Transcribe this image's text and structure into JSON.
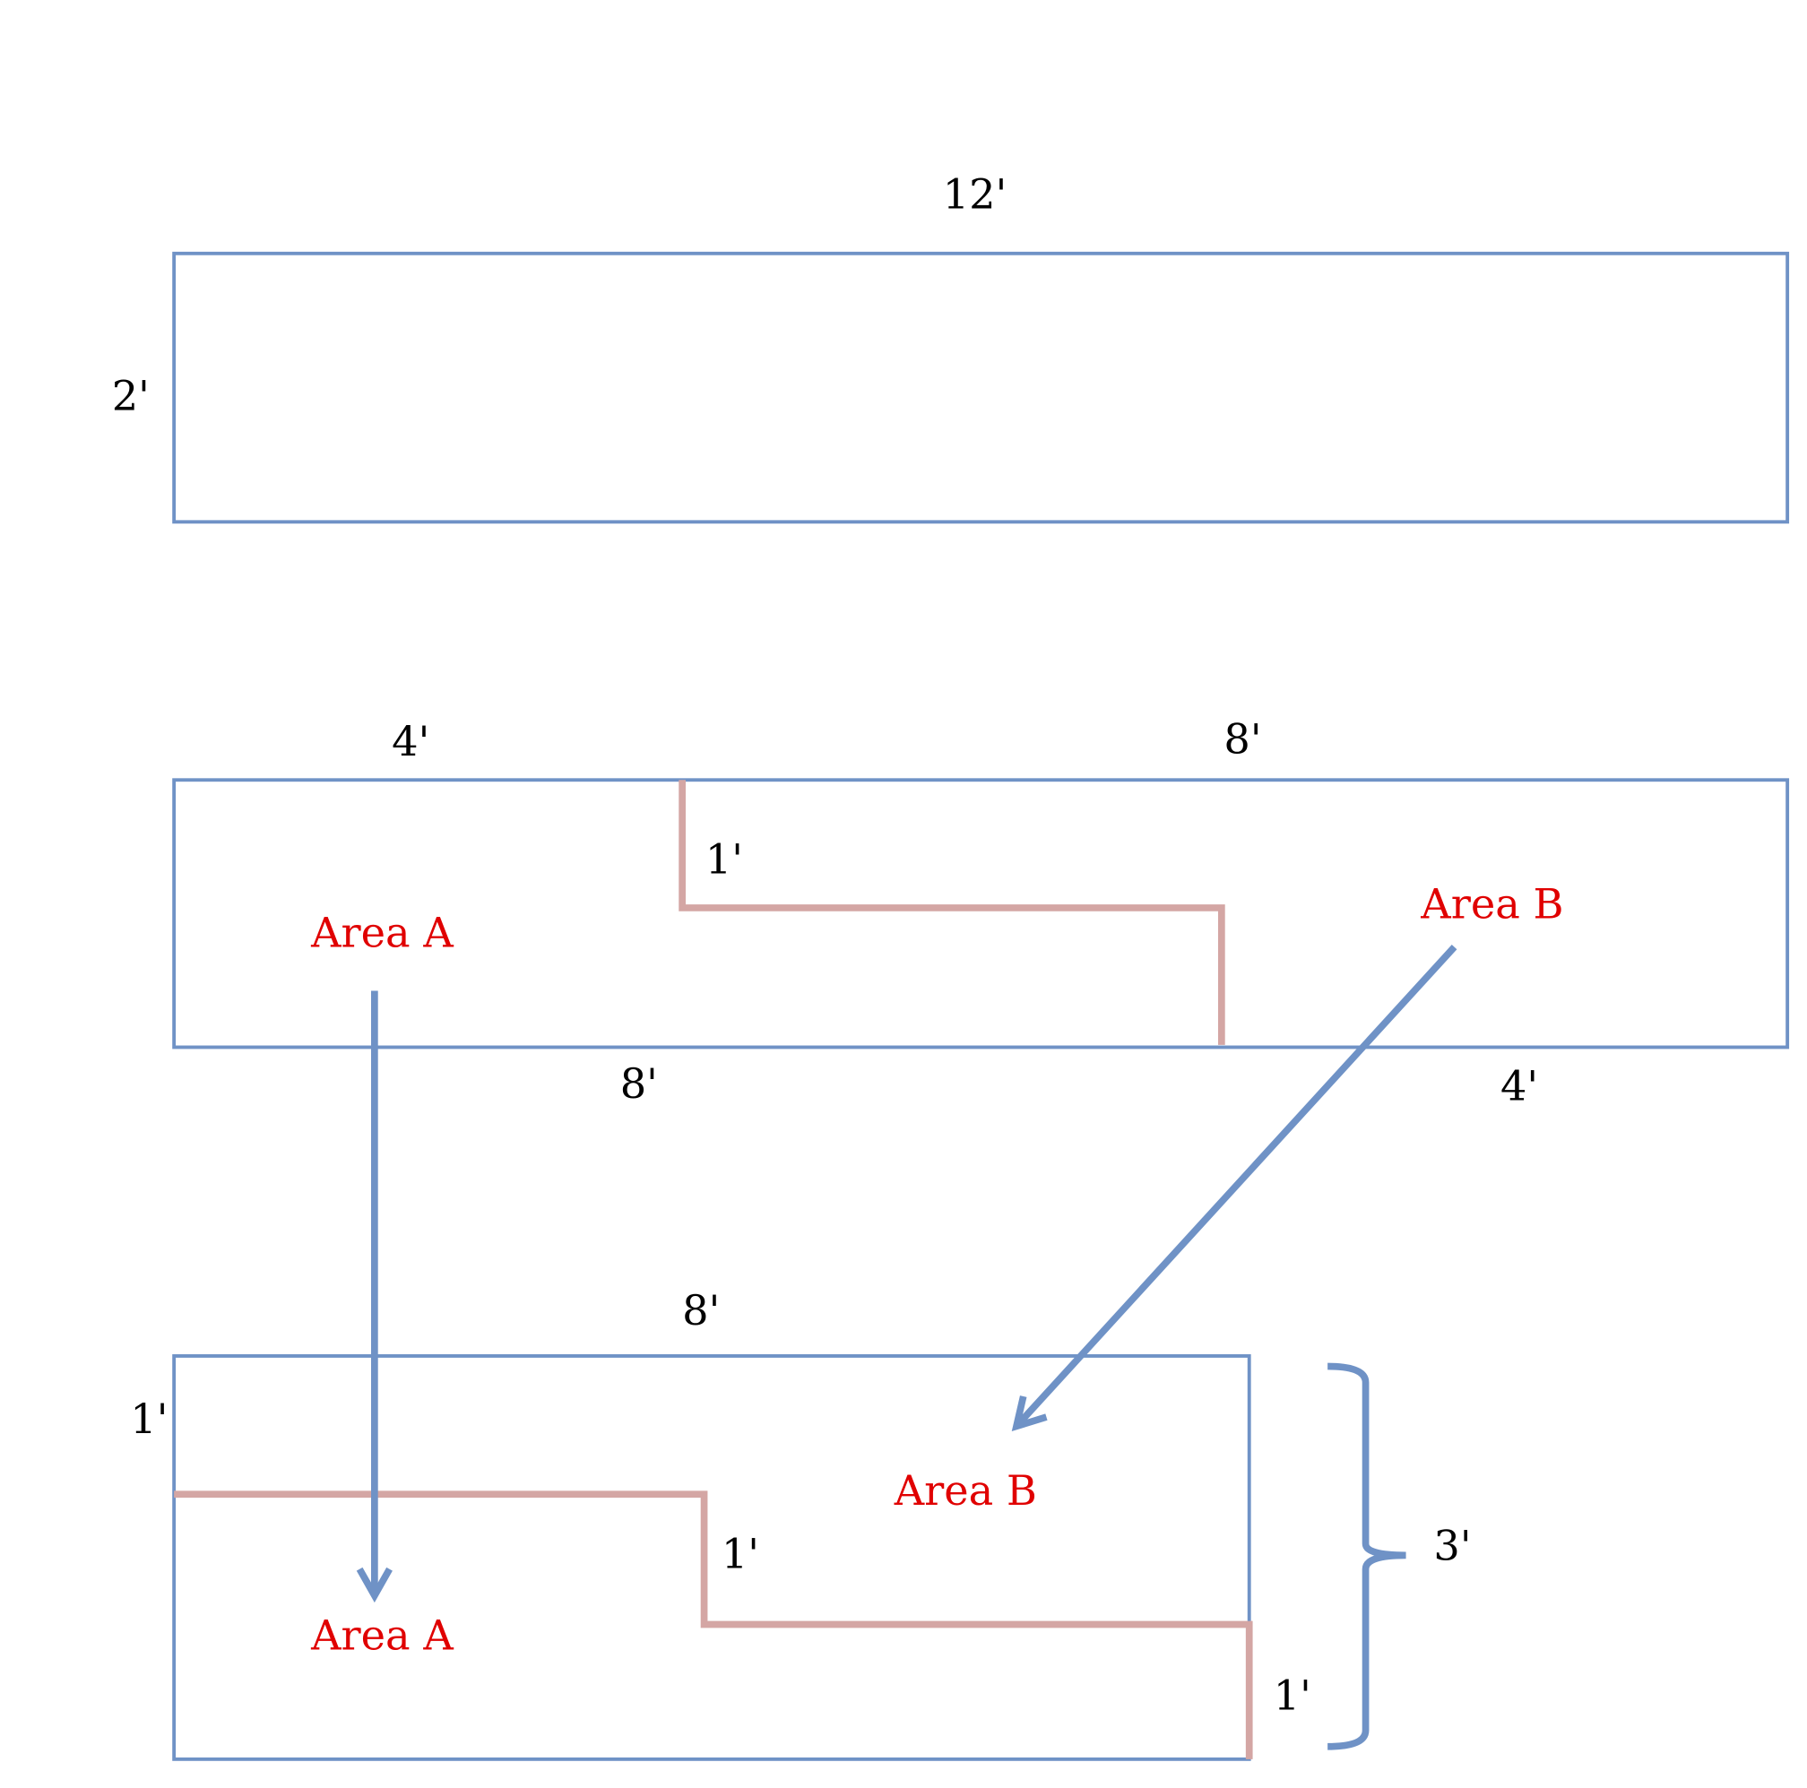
{
  "colors": {
    "outline": "#6f92c6",
    "cut_line": "#d4a6a4",
    "area_label": "#e00000"
  },
  "top_board": {
    "width_label": "12'",
    "height_label": "2'"
  },
  "middle_board": {
    "top_left_label": "4'",
    "top_right_label": "8'",
    "step_label": "1'",
    "bottom_left_label": "8'",
    "bottom_right_label": "4'",
    "area_a": "Area A",
    "area_b": "Area B"
  },
  "bottom_board": {
    "width_label": "8'",
    "left_label": "1'",
    "step_label": "1'",
    "bottom_step_label": "1'",
    "height_label": "3'",
    "area_a": "Area A",
    "area_b": "Area B"
  }
}
